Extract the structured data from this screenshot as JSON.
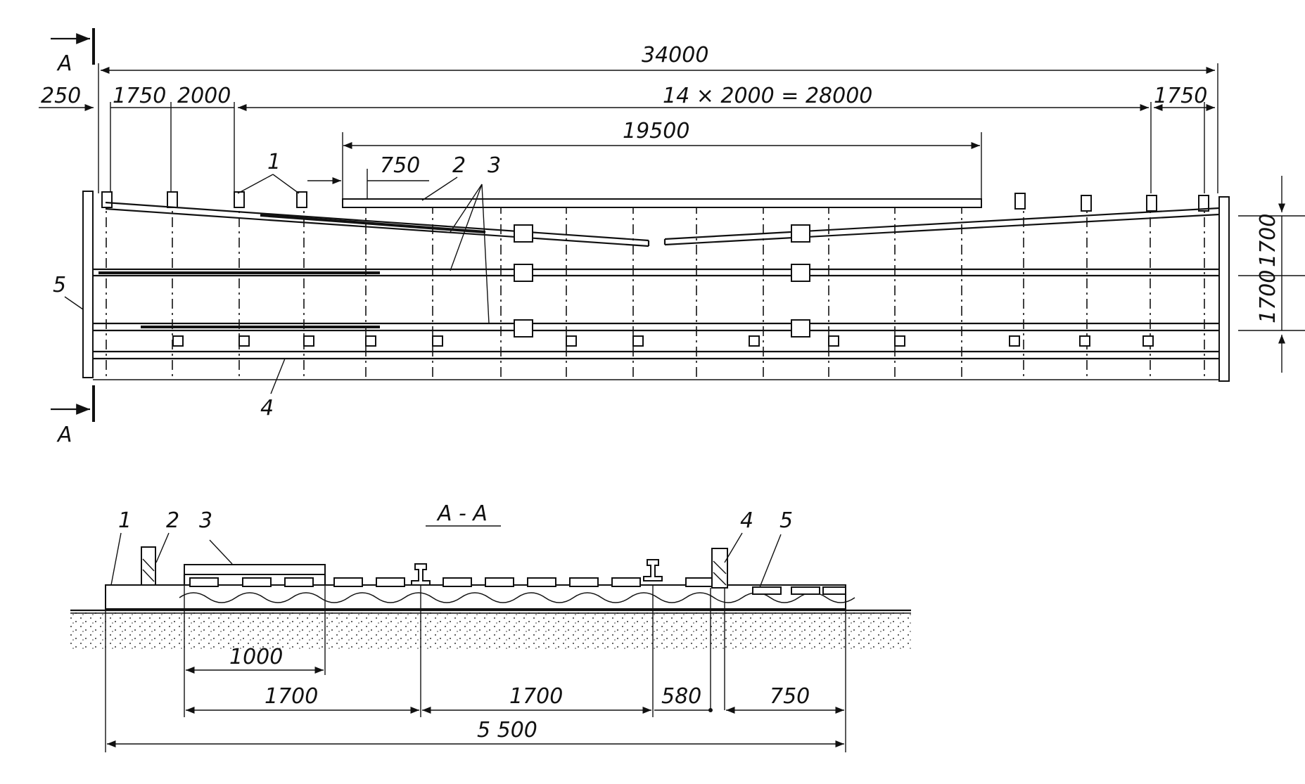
{
  "plan": {
    "dimensions": {
      "total": "34000",
      "left_offset": "250",
      "first_span": "1750",
      "second_span": "2000",
      "repeat": "14 × 2000 = 28000",
      "right_span": "1750",
      "deck_length": "19500",
      "deck_overhang": "750",
      "track_spacing_top": "1700",
      "track_spacing_bottom": "1700"
    },
    "section_marks": [
      "A",
      "A"
    ],
    "callouts": [
      "1",
      "2",
      "3",
      "4",
      "5"
    ]
  },
  "section": {
    "title": "A - A",
    "dimensions": {
      "d1000": "1000",
      "d1700a": "1700",
      "d1700b": "1700",
      "d580": "580",
      "d750": "750",
      "d5500": "5 500"
    },
    "callouts": [
      "1",
      "2",
      "3",
      "4",
      "5"
    ]
  }
}
